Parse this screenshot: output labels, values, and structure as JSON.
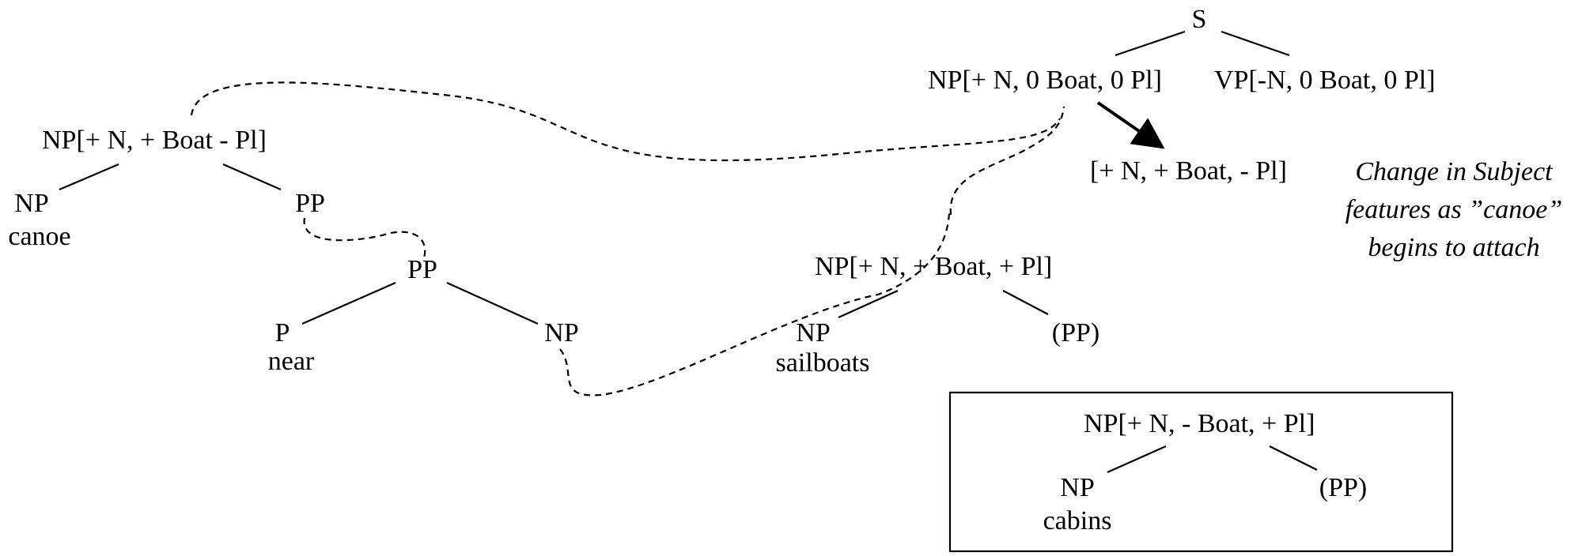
{
  "main_tree": {
    "root": "S",
    "subject": "NP[+ N, 0 Boat, 0 Pl]",
    "predicate": "VP[-N, 0 Boat, 0 Pl]",
    "changed_features": "[+ N, + Boat, - Pl]"
  },
  "canoe_tree": {
    "top": "NP[+ N, + Boat - Pl]",
    "np": "NP",
    "np_word": "canoe",
    "pp_upper": "PP",
    "pp_lower": "PP",
    "p": "P",
    "p_word": "near",
    "np_right": "NP"
  },
  "sailboats_tree": {
    "top": "NP[+ N, + Boat, + Pl]",
    "np": "NP",
    "np_word": "sailboats",
    "pp": "(PP)"
  },
  "cabins_tree": {
    "top": "NP[+ N, - Boat, + Pl]",
    "np": "NP",
    "np_word": "cabins",
    "pp": "(PP)"
  },
  "annotation": {
    "line1": "Change in Subject",
    "line2": "features as ”canoe”",
    "line3": "begins to attach"
  }
}
